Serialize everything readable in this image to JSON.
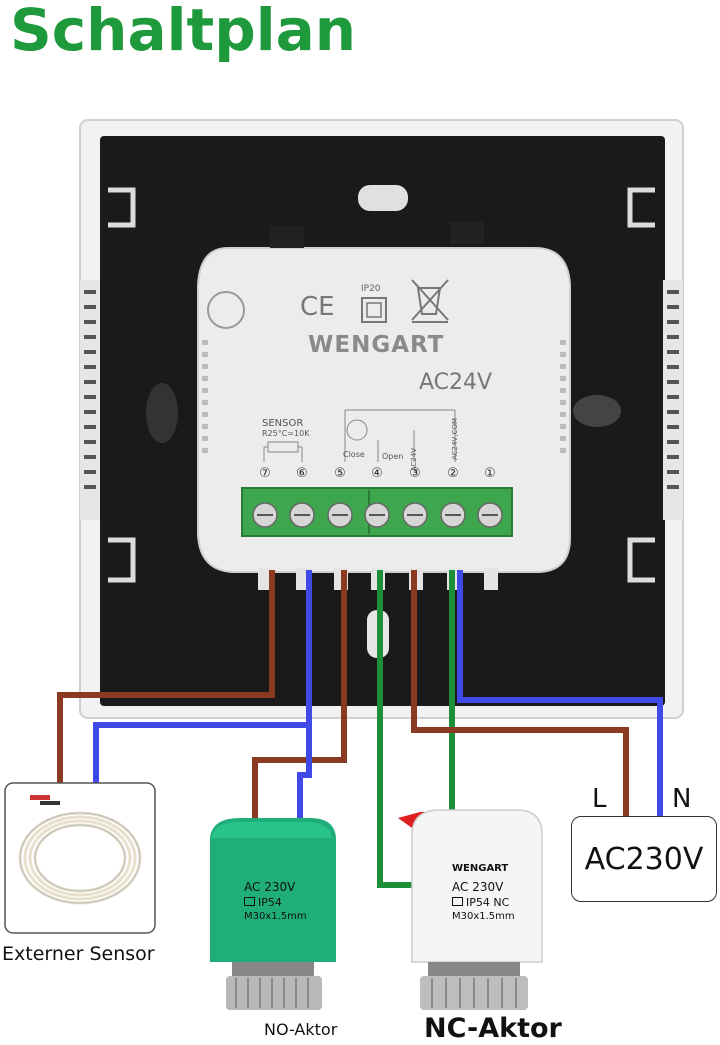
{
  "title": "Schaltplan",
  "device": {
    "ce_mark": "CE",
    "ip_rating": "IP20",
    "brand": "WENGART",
    "voltage": "AC24V",
    "sensor_label": "SENSOR",
    "sensor_spec": "R25°C=10K",
    "close_label": "Close",
    "open_label": "Open",
    "ac24v_small": "AC24V",
    "ac24v_com": "AC24V,COM",
    "terminal_numbers": [
      "⑦",
      "⑥",
      "⑤",
      "④",
      "③",
      "②",
      "①"
    ]
  },
  "power": {
    "L": "L",
    "N": "N",
    "label": "AC230V"
  },
  "no_actuator": {
    "line1": "AC 230V",
    "line2": "IP54",
    "line3": "M30x1.5mm",
    "label": "NO-Aktor",
    "color": "#1fae7a"
  },
  "nc_actuator": {
    "brand": "WENGART",
    "line1": "AC 230V",
    "line2": "IP54 NC",
    "line3": "M30x1.5mm",
    "label": "NC-Aktor"
  },
  "sensor": {
    "label": "Externer Sensor"
  },
  "wire_colors": {
    "brown": "#8b3a22",
    "blue": "#3f49e8",
    "green": "#1d8f36"
  }
}
